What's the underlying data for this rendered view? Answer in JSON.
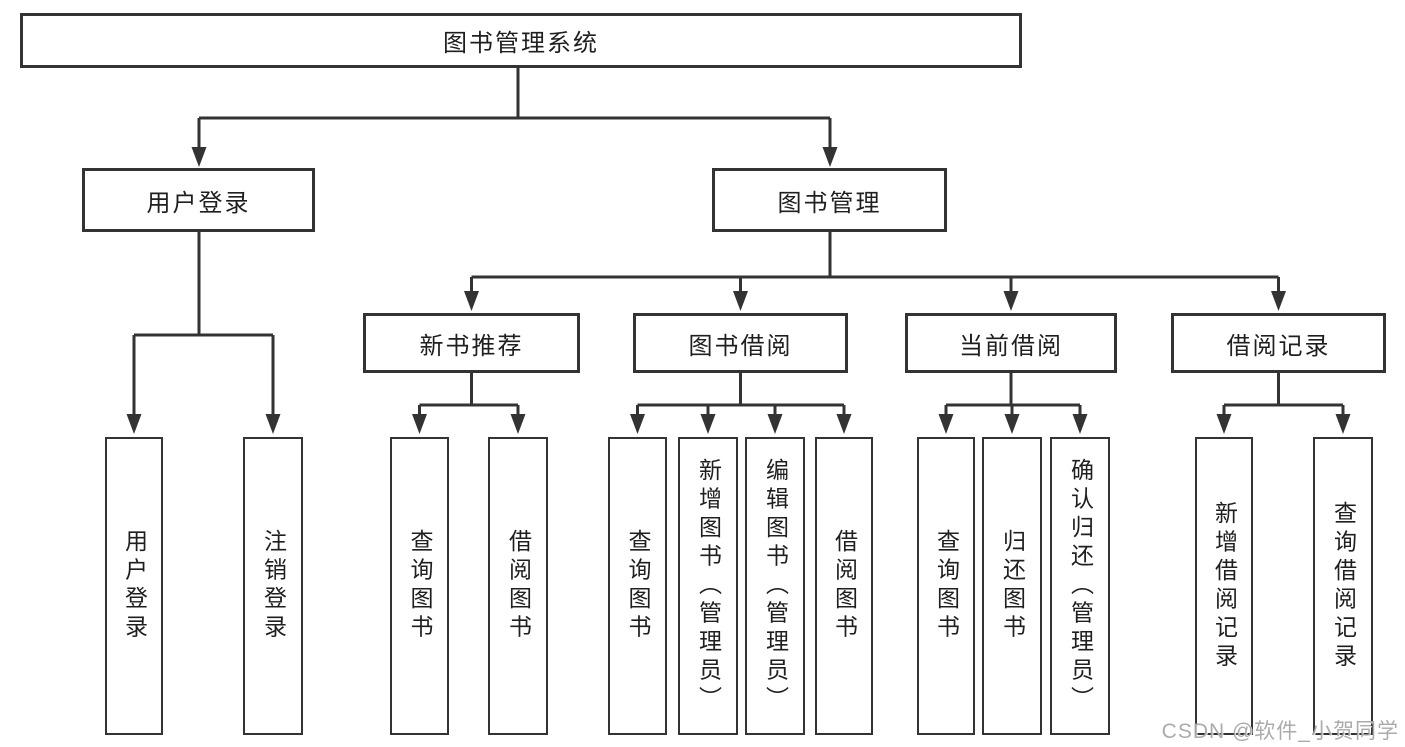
{
  "tree": {
    "root": {
      "label": "图书管理系统"
    },
    "branches": [
      {
        "label": "用户登录",
        "leaves": [
          {
            "label": "用户登录"
          },
          {
            "label": "注销登录"
          }
        ]
      },
      {
        "label": "图书管理",
        "groups": [
          {
            "label": "新书推荐",
            "leaves": [
              {
                "label": "查询图书"
              },
              {
                "label": "借阅图书"
              }
            ]
          },
          {
            "label": "图书借阅",
            "leaves": [
              {
                "label": "查询图书"
              },
              {
                "label": "新增图书（管理员）"
              },
              {
                "label": "编辑图书（管理员）"
              },
              {
                "label": "借阅图书"
              }
            ]
          },
          {
            "label": "当前借阅",
            "leaves": [
              {
                "label": "查询图书"
              },
              {
                "label": "归还图书"
              },
              {
                "label": "确认归还（管理员）"
              }
            ]
          },
          {
            "label": "借阅记录",
            "leaves": [
              {
                "label": "新增借阅记录"
              },
              {
                "label": "查询借阅记录"
              }
            ]
          }
        ]
      }
    ]
  },
  "watermark": "CSDN @软件_小贺同学",
  "colors": {
    "line": "#333333",
    "text": "#1f1f1f",
    "watermark": "#a4a4a4",
    "background": "#ffffff"
  }
}
